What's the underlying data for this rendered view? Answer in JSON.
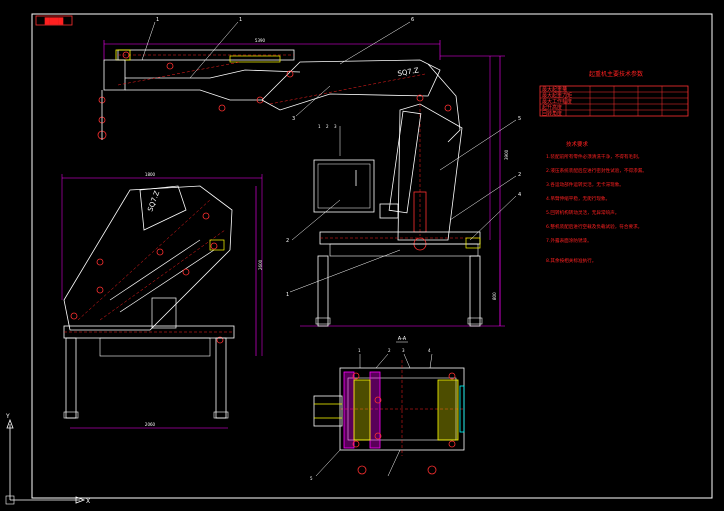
{
  "title_block": {
    "tag": "████",
    "table_title": "起重机主要技术参数"
  },
  "balloons": {
    "top_view": [
      "1",
      "1",
      "6",
      "5",
      "2",
      "4",
      "1",
      "2",
      "3"
    ],
    "section_view": [
      "1",
      "2",
      "3",
      "4",
      "5"
    ]
  },
  "side_markers": [
    "1",
    "2",
    "3"
  ],
  "section_title": "A-A",
  "dimensions": {
    "top_width": "5390",
    "right_height": "3900",
    "left_height": "2600",
    "left_bottom": "2060",
    "left_top": "1800",
    "right_low": "800"
  },
  "model_label_top": "SQ7.Z",
  "model_label_side": "SQ7.Z",
  "tech_requirements": {
    "heading": "技术要求",
    "lines": [
      "1.装配前所有零件必须清洗干净，不得有毛刺。",
      "2.液压系统装配后应进行密封性试验，不得渗漏。",
      "3.各运动部件运转灵活，无卡滞现象。",
      "4.吊臂伸缩平稳，无爬行现象。",
      "5.回转机构转动灵活，无异常响声。",
      "6.整机装配后进行空载及负载试验，符合要求。",
      "7.外露表面涂防锈漆。",
      "8.其余按相关标准执行。"
    ]
  },
  "param_table": {
    "rows": [
      [
        "最大起重量",
        "",
        "",
        "",
        "",
        ""
      ],
      [
        "最大起重力矩",
        "",
        "",
        "",
        "",
        ""
      ],
      [
        "最大工作幅度",
        "",
        "",
        "",
        "",
        ""
      ],
      [
        "起升高度",
        "",
        "",
        "",
        "",
        ""
      ],
      [
        "回转角度",
        "",
        "",
        "",
        "",
        ""
      ]
    ]
  },
  "colors": {
    "frame": "#ffffff",
    "dimension": "#ff00ff",
    "part": "#ffffff",
    "hidden": "#ff2020",
    "accent": "#ff0000",
    "yellow": "#ffff00",
    "cyan": "#00ffff",
    "background": "#000000"
  }
}
